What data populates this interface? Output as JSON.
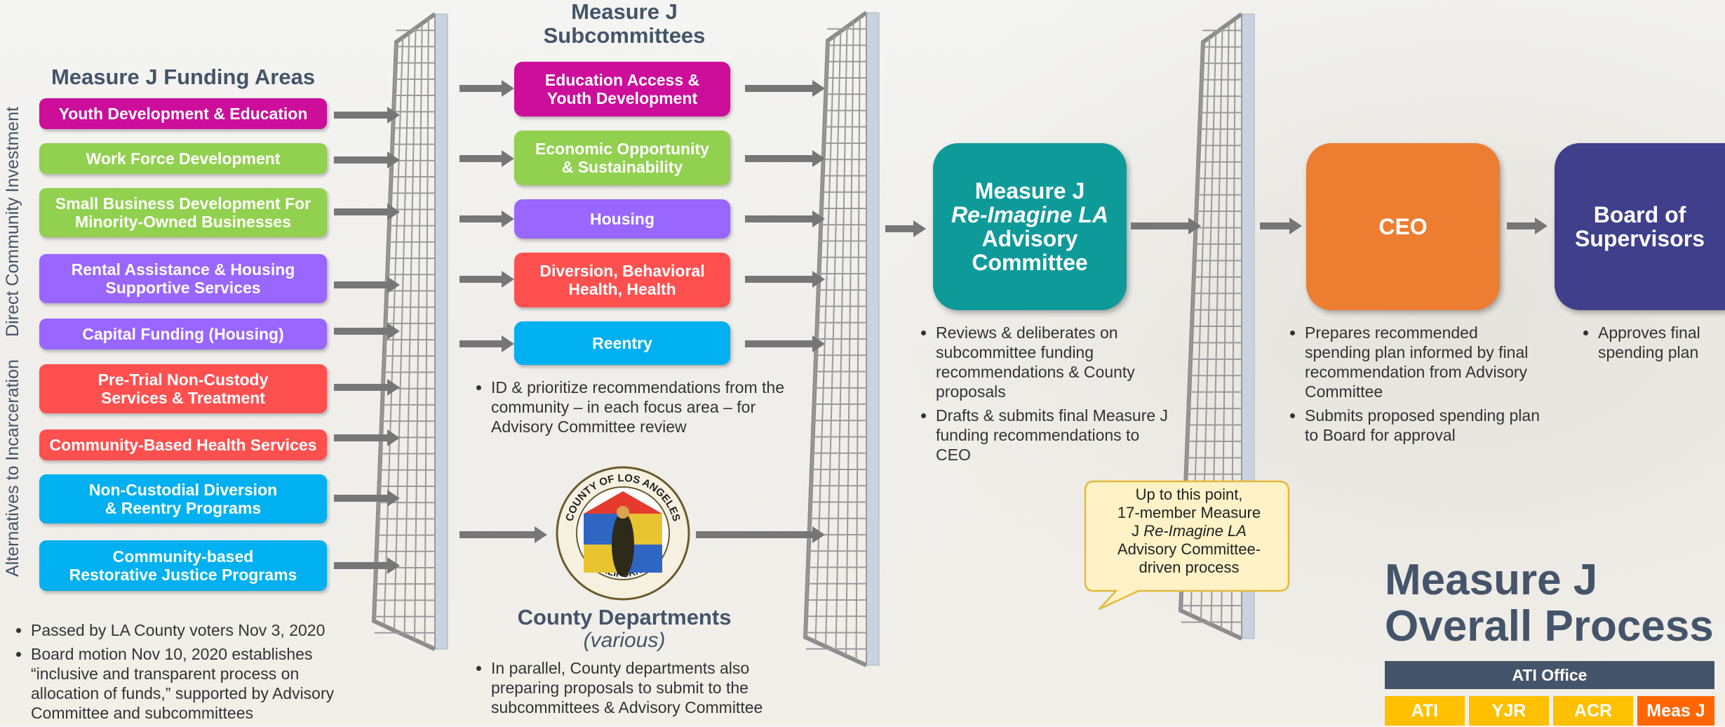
{
  "funding": {
    "title": "Measure J Funding Areas",
    "vlabel_top": "Direct Community Investment",
    "vlabel_bottom": "Alternatives to Incarceration",
    "items": [
      {
        "line1": "Youth Development & Education",
        "line2": "",
        "color": "#cc0e9a"
      },
      {
        "line1": "Work Force Development",
        "line2": "",
        "color": "#92d050"
      },
      {
        "line1": "Small Business Development For",
        "line2": "Minority-Owned Businesses",
        "color": "#92d050"
      },
      {
        "line1": "Rental Assistance & Housing",
        "line2": "Supportive Services",
        "color": "#9966ff"
      },
      {
        "line1": "Capital Funding (Housing)",
        "line2": "",
        "color": "#9966ff"
      },
      {
        "line1": "Pre-Trial Non-Custody",
        "line2": "Services & Treatment",
        "color": "#ff5050"
      },
      {
        "line1": "Community-Based Health Services",
        "line2": "",
        "color": "#ff5050"
      },
      {
        "line1": "Non-Custodial Diversion",
        "line2": "& Reentry Programs",
        "color": "#00b0f0"
      },
      {
        "line1": "Community-based",
        "line2": "Restorative Justice Programs",
        "color": "#00b0f0"
      }
    ],
    "bullets": [
      "Passed by LA County voters Nov 3, 2020",
      "Board motion Nov 10, 2020 establishes “inclusive and transparent process on allocation of funds,” supported by Advisory Committee and subcommittees"
    ]
  },
  "subcommittees": {
    "title_line1": "Measure J",
    "title_line2": "Subcommittees",
    "items": [
      {
        "line1": "Education Access &",
        "line2": "Youth Development",
        "color": "#cc0e9a"
      },
      {
        "line1": "Economic Opportunity",
        "line2": "& Sustainability",
        "color": "#92d050"
      },
      {
        "line1": "Housing",
        "line2": "",
        "color": "#9966ff"
      },
      {
        "line1": "Diversion, Behavioral",
        "line2": "Health, Health",
        "color": "#ff5050"
      },
      {
        "line1": "Reentry",
        "line2": "",
        "color": "#00b0f0"
      }
    ],
    "bullet": "ID & prioritize recommendations from the community – in each focus area – for Advisory Committee review"
  },
  "county": {
    "seal_top": "COUNTY OF LOS ANGELES",
    "seal_bottom": "CALIFORNIA",
    "title": "County Departments",
    "subtitle": "(various)",
    "bullet": "In parallel, County departments also preparing proposals to submit to the subcommittees & Advisory Committee"
  },
  "advisory": {
    "line1": "Measure J",
    "line2": "Re-Imagine LA",
    "line3": "Advisory",
    "line4": "Committee",
    "color": "#0f9a9a",
    "bullets": [
      "Reviews & deliberates on subcommittee funding recommendations & County proposals",
      "Drafts & submits final Measure J funding recommendations to CEO"
    ]
  },
  "callout": {
    "line1": "Up to this point,",
    "line2": "17-member Measure",
    "line3a": "J ",
    "line3b": "Re-Imagine LA",
    "line4": "Advisory Committee-",
    "line5": "driven process"
  },
  "ceo": {
    "label": "CEO",
    "color": "#ed7d31",
    "bullets": [
      "Prepares recommended spending plan informed by final recommendation from Advisory Committee",
      "Submits proposed spending plan to Board for approval"
    ]
  },
  "board": {
    "line1": "Board of",
    "line2": "Supervisors",
    "color": "#3f3f8c",
    "bullet": "Approves final spending plan"
  },
  "overall": {
    "title_line1": "Measure J",
    "title_line2": "Overall Process",
    "office": "ATI Office",
    "tags": [
      "ATI",
      "YJR",
      "ACR",
      "Meas J"
    ],
    "office_color": "#44546a",
    "tag_color": "#ffc000",
    "tag_active_color": "#ff6600"
  }
}
